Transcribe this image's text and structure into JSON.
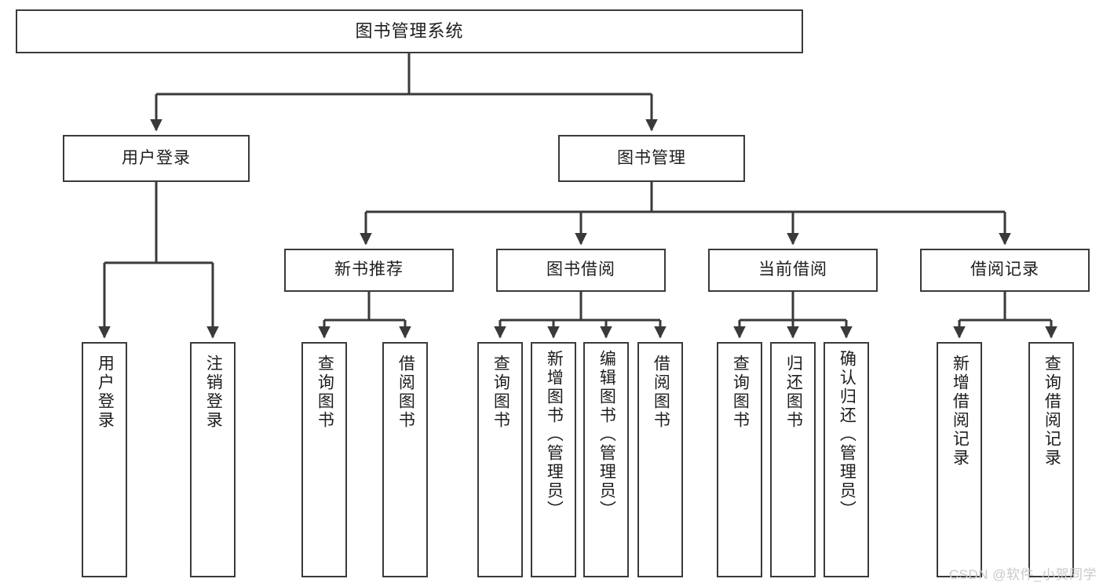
{
  "diagram": {
    "title": "图书管理系统",
    "type": "tree",
    "line_color": "#3a3a3a",
    "box_fill": "#ffffff",
    "text_color": "#1d1d1d"
  },
  "root": {
    "label": "图书管理系统"
  },
  "level1": [
    {
      "label": "用户登录"
    },
    {
      "label": "图书管理"
    }
  ],
  "level2": [
    {
      "label": "新书推荐"
    },
    {
      "label": "图书借阅"
    },
    {
      "label": "当前借阅"
    },
    {
      "label": "借阅记录"
    }
  ],
  "leaves": {
    "user_login": [
      {
        "label": "用户登录"
      },
      {
        "label": "注销登录"
      }
    ],
    "new_book_recommend": [
      {
        "label": "查询图书"
      },
      {
        "label": "借阅图书"
      }
    ],
    "book_borrow": [
      {
        "label": "查询图书"
      },
      {
        "label": "新增图书（管理员）"
      },
      {
        "label": "编辑图书（管理员）"
      },
      {
        "label": "借阅图书"
      }
    ],
    "current_borrow": [
      {
        "label": "查询图书"
      },
      {
        "label": "归还图书"
      },
      {
        "label": "确认归还（管理员）"
      }
    ],
    "borrow_record": [
      {
        "label": "新增借阅记录"
      },
      {
        "label": "查询借阅记录"
      }
    ]
  },
  "watermark": {
    "text": "CSDN @软件_小贺同学"
  }
}
